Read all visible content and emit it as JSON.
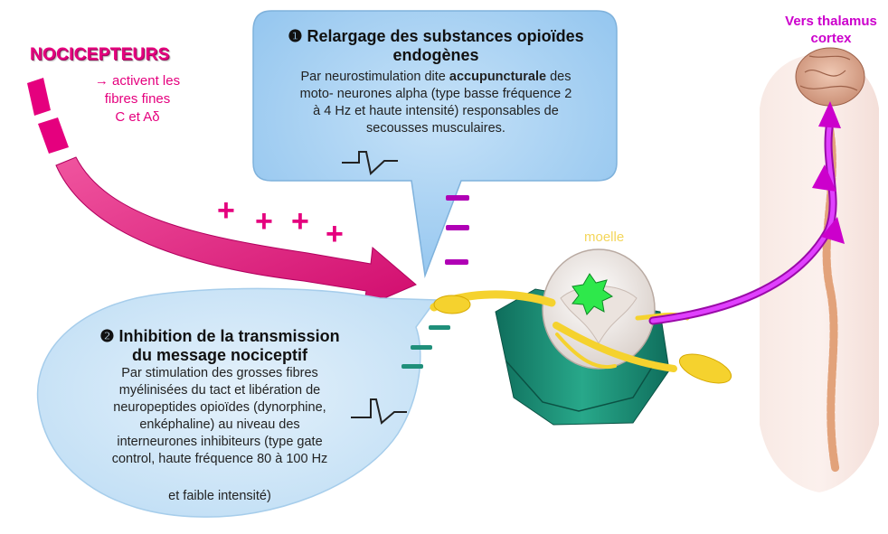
{
  "nociceptors": {
    "title": "NOCICEPTEURS",
    "line1": "→ activent les",
    "line2": "fibres fines",
    "line3": "C et Aδ"
  },
  "bubble1": {
    "title_line1": "❶ Relargage des substances opioïdes",
    "title_line2": "endogènes",
    "text_before_bold": "Par neurostimulation dite ",
    "text_bold": "accupuncturale",
    "text_after_bold": " des",
    "line2": "moto- neurones alpha (type basse fréquence 2",
    "line3": "à 4 Hz et haute intensité) responsables de",
    "line4": "secousses musculaires."
  },
  "bubble2": {
    "title_line1": "❷ Inhibition de la transmission",
    "title_line2": "du message nociceptif",
    "line1": "Par stimulation des grosses fibres",
    "line2": "myélinisées du tact et libération de",
    "line3": "neuropeptides opioïdes (dynorphine,",
    "line4": "enképhaline) au niveau des",
    "line5": "interneurones inhibiteurs (type gate",
    "line6": "control, haute fréquence 80 à 100 Hz",
    "line7": "et faible intensité)"
  },
  "thalamus": {
    "line1": "Vers thalamus",
    "line2": "cortex"
  },
  "spinal_cord_label": "moelle",
  "plus_signs": [
    "+",
    "+",
    "+",
    "+"
  ],
  "colors": {
    "pink": "#e5007e",
    "violet": "#cc00cc",
    "bubble_blue": "#a9d2f3",
    "bubble_light": "#cfe6f8",
    "teal": "#1f8f7a",
    "yellow": "#f5d22e"
  }
}
